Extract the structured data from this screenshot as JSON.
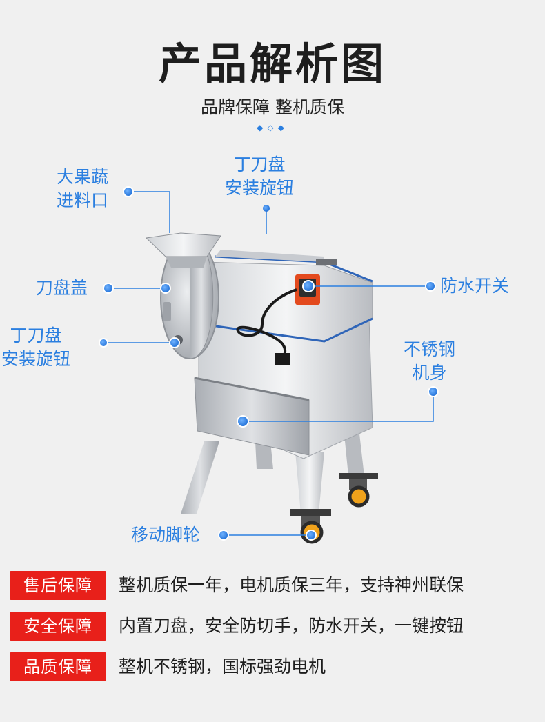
{
  "header": {
    "title": "产品解析图",
    "subtitle": "品牌保障 整机质保"
  },
  "colors": {
    "accent": "#2b7fe0",
    "badge": "#e8201a",
    "background": "#f0f0f0"
  },
  "callouts": {
    "feed_port": [
      "大果蔬",
      "进料口"
    ],
    "knob_top": [
      "丁刀盘",
      "安装旋钮"
    ],
    "blade_cover": "刀盘盖",
    "knob_left": [
      "丁刀盘",
      "安装旋钮"
    ],
    "waterproof_switch": "防水开关",
    "steel_body": [
      "不锈钢",
      "机身"
    ],
    "casters": "移动脚轮"
  },
  "guarantees": [
    {
      "label": "售后保障",
      "text": "整机质保一年，电机质保三年，支持神州联保"
    },
    {
      "label": "安全保障",
      "text": "内置刀盘，安全防切手，防水开关，一键按钮"
    },
    {
      "label": "品质保障",
      "text": "整机不锈钢，国标强劲电机"
    }
  ]
}
